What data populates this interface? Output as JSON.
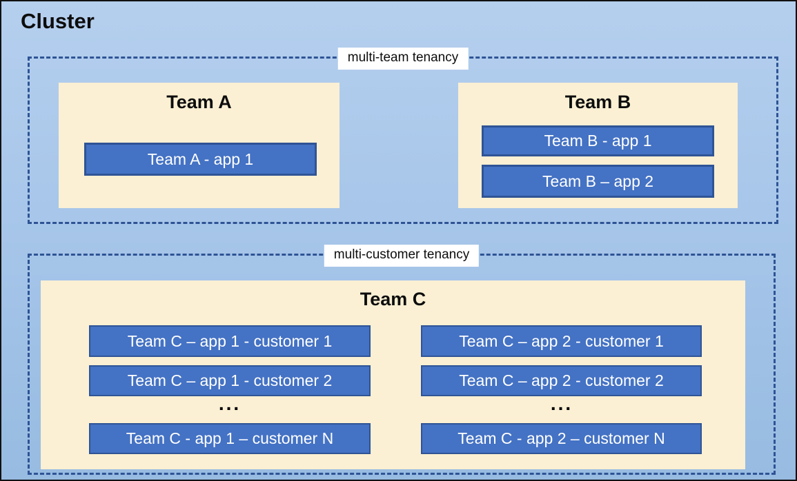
{
  "cluster": {
    "title": "Cluster"
  },
  "colors": {
    "background_top": "#b5cfee",
    "background_bottom": "#97bbe1",
    "dashed_border": "#2e5395",
    "team_box_fill": "#fbf0d3",
    "app_box_fill": "#4472c4",
    "app_box_border": "#2f5496",
    "app_box_text": "#ffffff",
    "label_background": "#ffffff",
    "title_text": "#0d0d0d",
    "outer_border": "#111111"
  },
  "multi_team": {
    "label": "multi-team tenancy",
    "teams": [
      {
        "name": "Team A",
        "apps": [
          "Team A - app 1"
        ]
      },
      {
        "name": "Team B",
        "apps": [
          "Team B - app 1",
          "Team B – app 2"
        ]
      }
    ]
  },
  "multi_customer": {
    "label": "multi-customer tenancy",
    "team": {
      "name": "Team C",
      "columns": [
        {
          "apps": [
            "Team C – app 1 - customer 1",
            "Team C – app 1 - customer 2"
          ],
          "ellipsis": "...",
          "last_app": "Team C - app 1 – customer N"
        },
        {
          "apps": [
            "Team C – app 2 - customer 1",
            "Team C – app 2 - customer 2"
          ],
          "ellipsis": "...",
          "last_app": "Team C - app 2 – customer N"
        }
      ]
    }
  }
}
